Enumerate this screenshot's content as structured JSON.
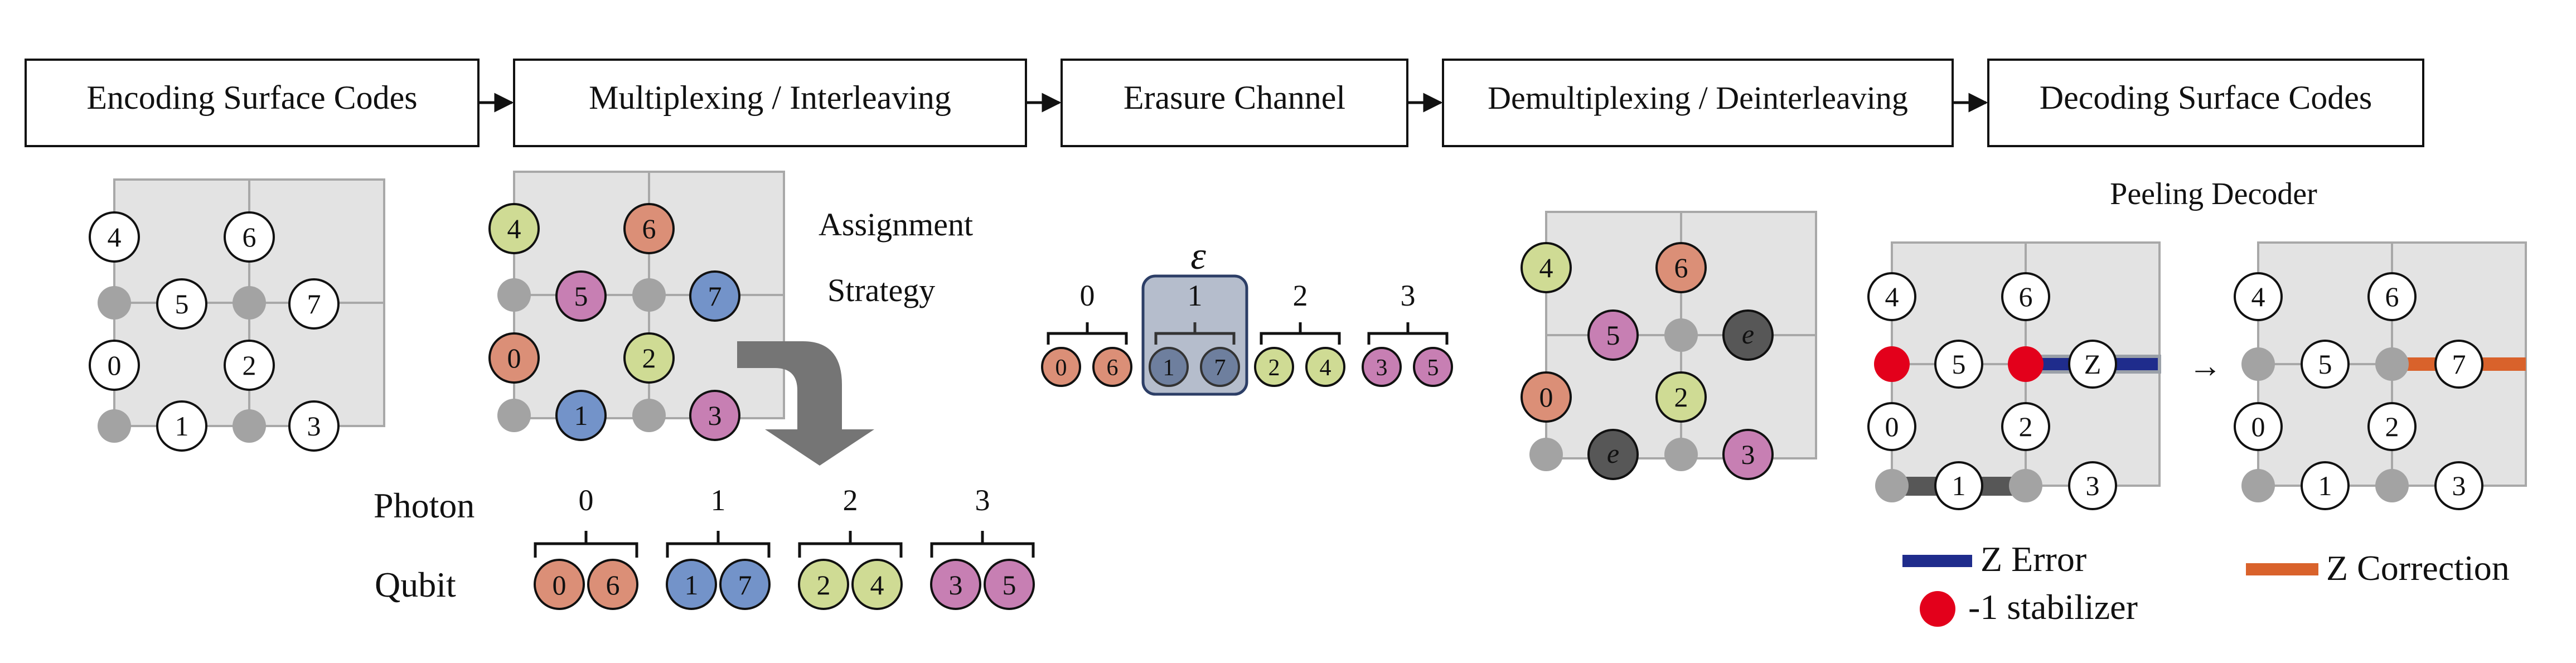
{
  "pipeline": {
    "stages": [
      "Encoding Surface Codes",
      "Multiplexing / Interleaving",
      "Erasure Channel",
      "Demultiplexing / Deinterleaving",
      "Decoding Surface Codes"
    ]
  },
  "encoding": {
    "qubits": [
      "0",
      "1",
      "2",
      "3",
      "4",
      "5",
      "6",
      "7"
    ]
  },
  "multiplexing": {
    "assignment_label_line1": "Assignment",
    "assignment_label_line2": "Strategy",
    "photon_row_label": "Photon",
    "qubit_row_label": "Qubit",
    "groups": [
      {
        "photon": "0",
        "qubits": [
          "0",
          "6"
        ]
      },
      {
        "photon": "1",
        "qubits": [
          "1",
          "7"
        ]
      },
      {
        "photon": "2",
        "qubits": [
          "2",
          "4"
        ]
      },
      {
        "photon": "3",
        "qubits": [
          "3",
          "5"
        ]
      }
    ]
  },
  "erasure": {
    "symbol": "ε",
    "erased_photon": "1",
    "groups": [
      {
        "photon": "0",
        "qubits": [
          "0",
          "6"
        ]
      },
      {
        "photon": "1",
        "qubits": [
          "1",
          "7"
        ]
      },
      {
        "photon": "2",
        "qubits": [
          "2",
          "4"
        ]
      },
      {
        "photon": "3",
        "qubits": [
          "3",
          "5"
        ]
      }
    ]
  },
  "demux": {
    "erased_symbol": "e"
  },
  "decoding": {
    "title": "Peeling Decoder",
    "error_qubit": "Z",
    "arrow": "→",
    "legend": {
      "z_error": "Z Error",
      "stabilizer": "-1 stabilizer",
      "z_correction": "Z Correction"
    }
  },
  "colors": {
    "q0": "#DB8F77",
    "q6": "#DB8F77",
    "q1": "#7393C9",
    "q7": "#7393C9",
    "q2": "#CFDB94",
    "q4": "#CFDB94",
    "q3": "#C77FB3",
    "q5": "#C77FB3",
    "grid_fill": "#E3E3E3",
    "grid_line": "#A8A8A8",
    "ancilla": "#A3A3A3",
    "z_error": "#1F2C8C",
    "z_correction": "#D9622B",
    "stabilizer": "#E3001B",
    "erased": "#575757",
    "erasure_box": "#B5BDCC",
    "erasure_border": "#2C3E66"
  }
}
